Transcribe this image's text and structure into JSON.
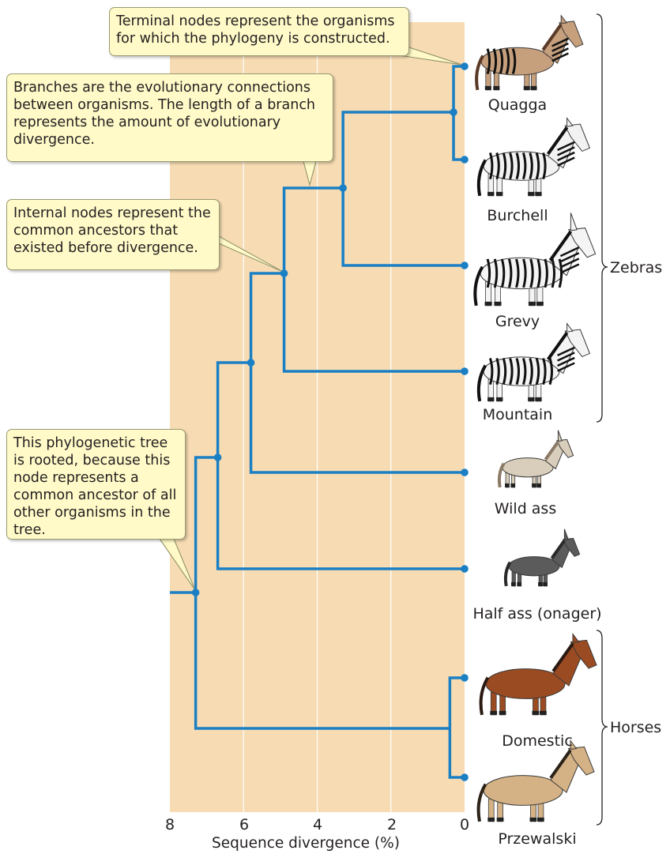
{
  "colors": {
    "background_band": "#f7dcb3",
    "branch": "#1b7fc4",
    "callout_fill": "#fffac8",
    "grid": "#ffffff"
  },
  "callouts": {
    "terminal_nodes": "Terminal nodes represent the organisms for which the phylogeny is constructed.",
    "branches": "Branches are the evolutionary connections between organisms. The length of a branch represents the amount of evolutionary divergence.",
    "internal_nodes": "Internal nodes represent the common ancestors that existed before divergence.",
    "rooted": "This phylogenetic tree is rooted, because this node represents a common ancestor of all other organisms in the tree."
  },
  "taxa": [
    {
      "name": "Quagga",
      "icon": "quagga-icon"
    },
    {
      "name": "Burchell",
      "icon": "zebra-icon"
    },
    {
      "name": "Grevy",
      "icon": "zebra-icon"
    },
    {
      "name": "Mountain",
      "icon": "zebra-icon"
    },
    {
      "name": "Wild ass",
      "icon": "donkey-icon"
    },
    {
      "name": "Half ass (onager)",
      "icon": "donkey-icon"
    },
    {
      "name": "Domestic",
      "icon": "horse-icon"
    },
    {
      "name": "Przewalski",
      "icon": "horse-icon"
    }
  ],
  "groups": {
    "zebras": "Zebras",
    "horses": "Horses"
  },
  "axis": {
    "title": "Sequence divergence (%)",
    "ticks": [
      "8",
      "6",
      "4",
      "2",
      "0"
    ],
    "range": [
      8,
      0
    ]
  },
  "tree": {
    "internal_nodes": [
      {
        "id": "quagga_burchell",
        "divergence": 0.3
      },
      {
        "id": "plains_grevy",
        "divergence": 3.3
      },
      {
        "id": "zebras",
        "divergence": 4.9
      },
      {
        "id": "zebras_wildass",
        "divergence": 5.8
      },
      {
        "id": "asses_zebras",
        "divergence": 6.7
      },
      {
        "id": "root",
        "divergence": 7.3
      },
      {
        "id": "horses",
        "divergence": 0.4
      }
    ]
  }
}
